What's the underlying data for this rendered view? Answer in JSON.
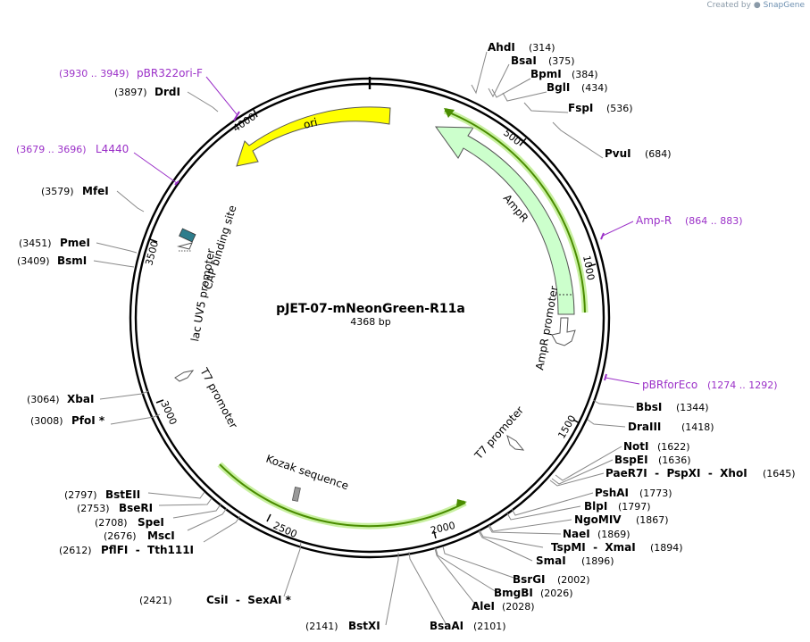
{
  "header": {
    "created_by": "Created by",
    "brand": "SnapGene"
  },
  "plasmid": {
    "name": "pJET-07-mNeonGreen-R11a",
    "size_label": "4368 bp",
    "length": 4368
  },
  "colors": {
    "primer": "#9b30c8",
    "ori": "#ffff00",
    "ampr": "#ccffcc",
    "feature_green": "#70b800",
    "cap_site": "#2e7d8c",
    "kozak": "#999999"
  },
  "ticks": [
    {
      "label": "500",
      "pos": 500
    },
    {
      "label": "1000",
      "pos": 1000
    },
    {
      "label": "1500",
      "pos": 1500
    },
    {
      "label": "2000",
      "pos": 2000
    },
    {
      "label": "2500",
      "pos": 2500
    },
    {
      "label": "3000",
      "pos": 3000
    },
    {
      "label": "3500",
      "pos": 3500
    },
    {
      "label": "4000",
      "pos": 4000
    }
  ],
  "features": [
    {
      "label": "ori"
    },
    {
      "label": "AmpR"
    },
    {
      "label": "AmpR promoter"
    },
    {
      "label": "T7 promoter"
    },
    {
      "label": "T7 promoter"
    },
    {
      "label": "Kozak sequence"
    },
    {
      "label": "lac UV5 promoter"
    },
    {
      "label": "CAP binding site"
    }
  ],
  "sites": [
    {
      "name": "AhdI",
      "pos": "(314)"
    },
    {
      "name": "BsaI",
      "pos": "(375)"
    },
    {
      "name": "BpmI",
      "pos": "(384)"
    },
    {
      "name": "BglI",
      "pos": "(434)"
    },
    {
      "name": "FspI",
      "pos": "(536)"
    },
    {
      "name": "PvuI",
      "pos": "(684)"
    },
    {
      "name": "BbsI",
      "pos": "(1344)"
    },
    {
      "name": "DraIII",
      "pos": "(1418)"
    },
    {
      "name": "NotI",
      "pos": "(1622)"
    },
    {
      "name": "BspEI",
      "pos": "(1636)"
    },
    {
      "name": "PaeR7I  -  PspXI  -  XhoI",
      "pos": "(1645)"
    },
    {
      "name": "PshAI",
      "pos": "(1773)"
    },
    {
      "name": "BlpI",
      "pos": "(1797)"
    },
    {
      "name": "NgoMIV",
      "pos": "(1867)"
    },
    {
      "name": "NaeI",
      "pos": "(1869)"
    },
    {
      "name": "TspMI  -  XmaI",
      "pos": "(1894)"
    },
    {
      "name": "SmaI",
      "pos": "(1896)"
    },
    {
      "name": "BsrGI",
      "pos": "(2002)"
    },
    {
      "name": "BmgBI",
      "pos": "(2026)"
    },
    {
      "name": "AleI",
      "pos": "(2028)"
    },
    {
      "name": "BsaAI",
      "pos": "(2101)"
    },
    {
      "name": "BstXI",
      "pos": "(2141)"
    },
    {
      "name": "CsiI  -  SexAI *",
      "pos": "(2421)"
    },
    {
      "name": "PflFI  -  Tth111I",
      "pos": "(2612)"
    },
    {
      "name": "MscI",
      "pos": "(2676)"
    },
    {
      "name": "SpeI",
      "pos": "(2708)"
    },
    {
      "name": "BseRI",
      "pos": "(2753)"
    },
    {
      "name": "BstEII",
      "pos": "(2797)"
    },
    {
      "name": "PfoI *",
      "pos": "(3008)"
    },
    {
      "name": "XbaI",
      "pos": "(3064)"
    },
    {
      "name": "BsmI",
      "pos": "(3409)"
    },
    {
      "name": "PmeI",
      "pos": "(3451)"
    },
    {
      "name": "MfeI",
      "pos": "(3579)"
    },
    {
      "name": "DrdI",
      "pos": "(3897)"
    }
  ],
  "primers": [
    {
      "name": "pBR322ori-F",
      "range": "(3930 .. 3949)"
    },
    {
      "name": "L4440",
      "range": "(3679 .. 3696)"
    },
    {
      "name": "Amp-R",
      "range": "(864 .. 883)"
    },
    {
      "name": "pBRforEco",
      "range": "(1274 .. 1292)"
    }
  ]
}
